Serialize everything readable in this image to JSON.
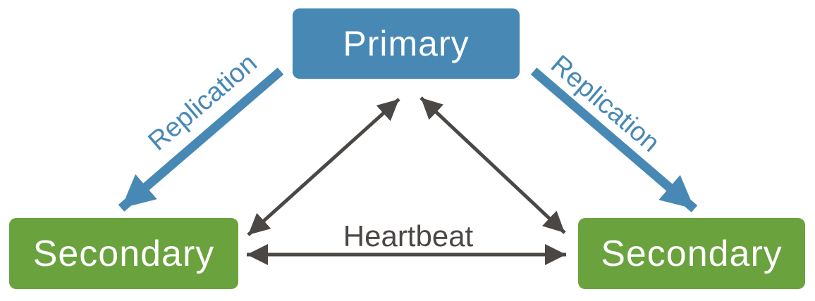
{
  "diagram": {
    "type": "replica-set-topology",
    "nodes": [
      {
        "id": "primary",
        "label": "Primary",
        "role": "primary"
      },
      {
        "id": "secondary-left",
        "label": "Secondary",
        "role": "secondary"
      },
      {
        "id": "secondary-right",
        "label": "Secondary",
        "role": "secondary"
      }
    ],
    "edges": [
      {
        "id": "replication-left",
        "label": "Replication",
        "from": "primary",
        "to": "secondary-left",
        "type": "replication",
        "direction": "one-way"
      },
      {
        "id": "replication-right",
        "label": "Replication",
        "from": "primary",
        "to": "secondary-right",
        "type": "replication",
        "direction": "one-way"
      },
      {
        "id": "heartbeat-left-diagonal",
        "label": "",
        "from": "secondary-left",
        "to": "primary",
        "type": "heartbeat",
        "direction": "two-way"
      },
      {
        "id": "heartbeat-right-diagonal",
        "label": "",
        "from": "secondary-right",
        "to": "primary",
        "type": "heartbeat",
        "direction": "two-way"
      },
      {
        "id": "heartbeat-bottom",
        "label": "Heartbeat",
        "from": "secondary-left",
        "to": "secondary-right",
        "type": "heartbeat",
        "direction": "two-way"
      }
    ]
  },
  "colors": {
    "primary_node": "#4788b5",
    "secondary_node": "#6aa23d",
    "replication_arrow": "#4788b5",
    "heartbeat_arrow": "#4a4745",
    "node_text": "#ffffff",
    "background": "#ffffff"
  }
}
